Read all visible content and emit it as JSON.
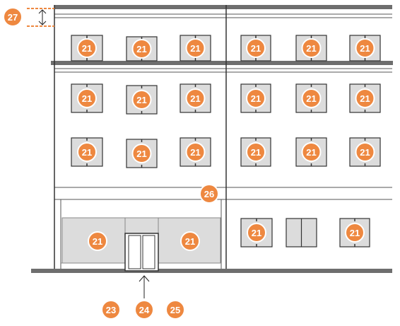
{
  "colors": {
    "marker": "#ee8840",
    "marker_ring": "#ffffff",
    "wall_line": "#333333",
    "heavy_line": "#6e6e6e",
    "glass": "#dcdcdc",
    "frame": "#333333",
    "dimension": "#ee8840"
  },
  "icons": {
    "height_dimension": "double-arrow-vertical-icon",
    "pointer": "arrow-up-icon"
  },
  "markers": {
    "window": "21",
    "height": "27",
    "band": "26",
    "entrance_a": "23",
    "entrance_b": "24",
    "entrance_c": "25"
  }
}
